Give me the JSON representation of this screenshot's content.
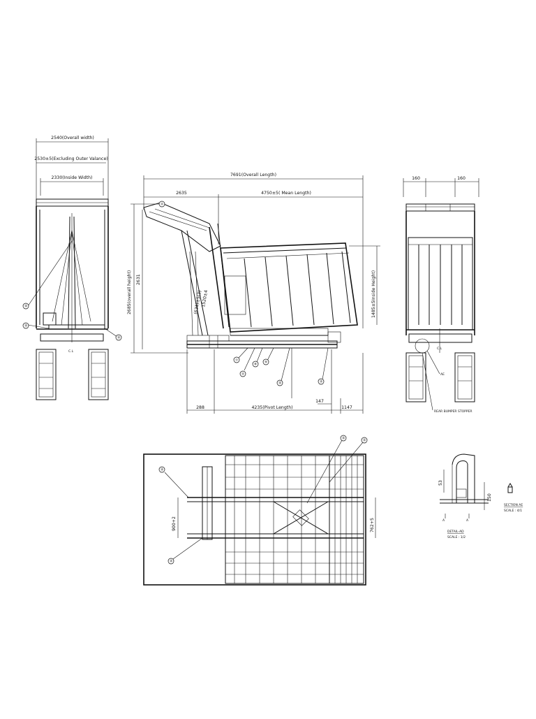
{
  "front_view": {
    "overall_width": "2540(Overall width)",
    "excluding_valance": "2530±5(Excluding Outer Valance)",
    "inside_width": "2330(Inside Width)",
    "centerline": "C.L",
    "bubbles": [
      "⑮",
      "⑮",
      "⑮"
    ]
  },
  "side_view": {
    "overall_length": "7691(Overall Length)",
    "front_segment": "2635",
    "mean_length": "4750±5( Mean Length)",
    "overall_height": "2685(overall height)",
    "height_2631": "2631",
    "inside_height": "1485±5Inside Height)",
    "rotated_dim_a": "(621)±5(3)",
    "rotated_dim_b": "1520±4",
    "rear_overhang": "288",
    "pivot_length": "4235(Pivot Length)",
    "dim_147": "147",
    "dim_1147": "1147",
    "bubbles": [
      "⑬",
      "①",
      "⑬",
      "⑧",
      "⑨",
      "⑮",
      "⑮"
    ]
  },
  "rear_view": {
    "left_offset": "160",
    "right_offset": "160",
    "centerline": "C.L",
    "section_marker": "AE",
    "note": "REAR BUMPER STOPPER"
  },
  "plan_view": {
    "dim_900": "900+2",
    "dim_762": "762+5",
    "bubbles": [
      "⑮",
      "⑮",
      "⑮",
      "⑮"
    ]
  },
  "detail": {
    "dim_53": "53",
    "dim_150": "150",
    "marker_left": "A",
    "marker_right": "A",
    "detail_title": "DETAIL-AD",
    "detail_scale": "SCALE : 1/2",
    "section_title": "SECTION AE",
    "section_scale": "SCALE : 4/1"
  }
}
